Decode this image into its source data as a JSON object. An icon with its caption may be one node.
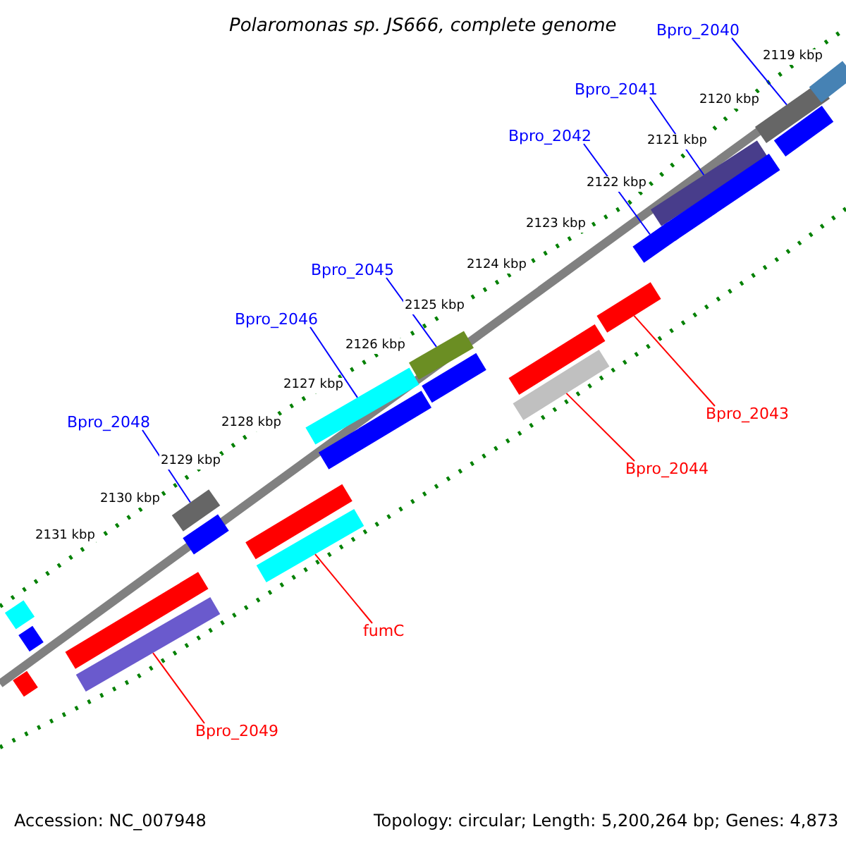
{
  "diagram": {
    "title": "Polaromonas sp. JS666, complete genome",
    "nodes": [
      {
        "text": [
          "Bpro_2040"
        ]
      },
      {
        "text": [
          "Bpro_2041"
        ]
      },
      {
        "text": [
          "Bpro_2042"
        ]
      },
      {
        "text": [
          "Bpro_2045"
        ]
      },
      {
        "text": [
          "Bpro_2046"
        ]
      },
      {
        "text": [
          "Bpro_2043"
        ]
      },
      {
        "text": [
          "Bpro_2048"
        ]
      },
      {
        "text": [
          "Bpro_2044"
        ]
      },
      {
        "text": [
          "fumC"
        ]
      },
      {
        "text": [
          "Bpro_2049"
        ]
      },
      {
        "text": [],
        "shape": "bar"
      },
      {
        "text": [],
        "shape": "bar"
      },
      {
        "text": [],
        "shape": "bar"
      },
      {
        "text": [],
        "shape": "bar"
      },
      {
        "text": [],
        "shape": "bar"
      },
      {
        "text": [],
        "shape": "bar"
      },
      {
        "text": [],
        "shape": "bar"
      },
      {
        "text": [],
        "shape": "bar"
      },
      {
        "text": [],
        "shape": "bar"
      },
      {
        "text": [],
        "shape": "bar"
      },
      {
        "text": [],
        "shape": "bar"
      },
      {
        "text": [],
        "shape": "bar"
      },
      {
        "text": [],
        "shape": "bar"
      },
      {
        "text": [],
        "shape": "bar"
      },
      {
        "text": [],
        "shape": "bar"
      },
      {
        "text": [],
        "shape": "bar"
      },
      {
        "text": [],
        "shape": "bar"
      },
      {
        "text": [],
        "shape": "bar"
      },
      {
        "text": [],
        "shape": "bar"
      },
      {
        "text": [],
        "shape": "bar"
      },
      {
        "text": [],
        "shape": "bar"
      },
      {
        "text": [],
        "shape": "bar"
      }
    ],
    "edges": [
      {
        "from": 0,
        "to": 10,
        "arrow": "none"
      },
      {
        "from": 1,
        "to": 11,
        "arrow": "none"
      },
      {
        "from": 2,
        "to": 12,
        "arrow": "none"
      },
      {
        "from": 3,
        "to": 13,
        "arrow": "none"
      },
      {
        "from": 4,
        "to": 14,
        "arrow": "none"
      },
      {
        "from": 5,
        "to": 15,
        "arrow": "none",
        "color": "#ff0000"
      },
      {
        "from": 6,
        "to": 16,
        "arrow": "none"
      },
      {
        "from": 7,
        "to": 17,
        "arrow": "none",
        "color": "#ff0000"
      },
      {
        "from": 8,
        "to": 18,
        "arrow": "none",
        "color": "#ff0000"
      },
      {
        "from": 9,
        "to": 19,
        "arrow": "none",
        "color": "#ff0000"
      }
    ],
    "labels": [
      "2119 kbp",
      "2120 kbp",
      "2121 kbp",
      "2122 kbp",
      "2123 kbp",
      "2124 kbp",
      "2125 kbp",
      "2126 kbp",
      "2127 kbp",
      "2128 kbp",
      "2129 kbp",
      "2130 kbp",
      "2131 kbp",
      "Accession: NC_007948",
      "Topology: circular; Length: 5,200,264 bp; Genes: 4,873"
    ]
  }
}
